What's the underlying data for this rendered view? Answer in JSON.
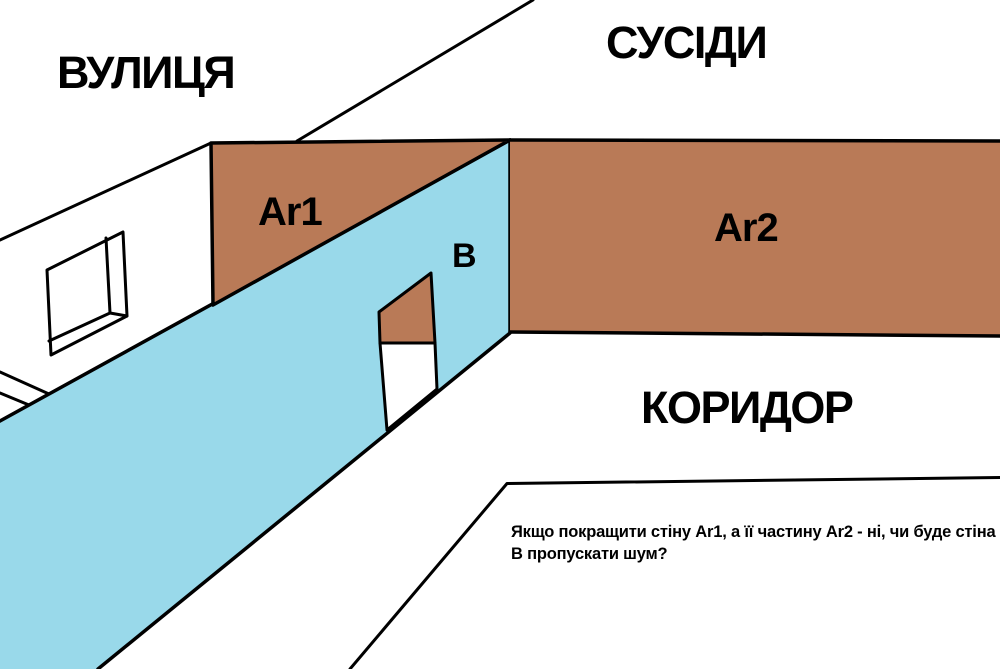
{
  "diagram": {
    "areas": {
      "street": "ВУЛИЦЯ",
      "neighbors": "СУСІДИ",
      "corridor": "КОРИДОР"
    },
    "walls": {
      "ar1": "Ar1",
      "ar2": "Ar2",
      "b": "В"
    },
    "question": {
      "line1": "Якщо покращити стіну Ar1, а її частину Ar2 - ні, чи буде стіна",
      "line2": "В пропускати шум?"
    },
    "colors": {
      "improved_wall_brown": "#B97A57",
      "wall_b_blue": "#99D9EA",
      "outline_black": "#000000",
      "background_white": "#FFFFFF"
    }
  }
}
